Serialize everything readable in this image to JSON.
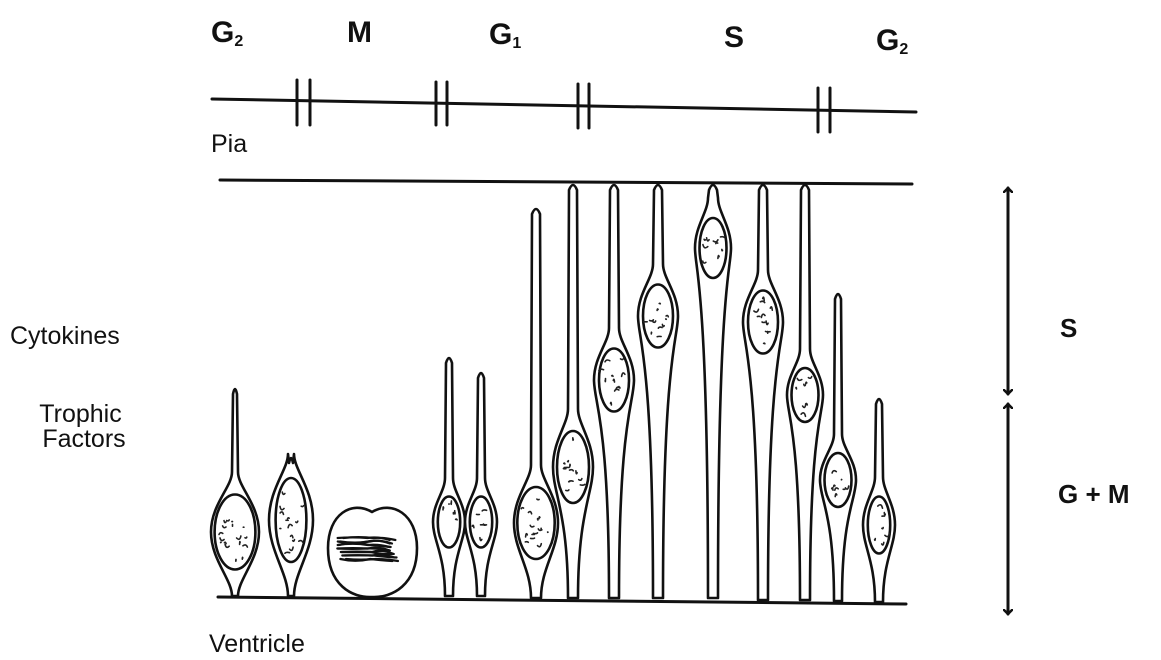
{
  "phases": [
    {
      "letter": "G",
      "sub": "2"
    },
    {
      "letter": "M",
      "sub": ""
    },
    {
      "letter": "G",
      "sub": "1"
    },
    {
      "letter": "S",
      "sub": ""
    },
    {
      "letter": "G",
      "sub": "2"
    }
  ],
  "labels": {
    "pia": "Pia",
    "ventricle": "Ventricle",
    "cytokines": "Cytokines",
    "trophic_line1": "Trophic",
    "trophic_line2": "Factors",
    "right_s": "S",
    "right_gm": "G + M"
  }
}
